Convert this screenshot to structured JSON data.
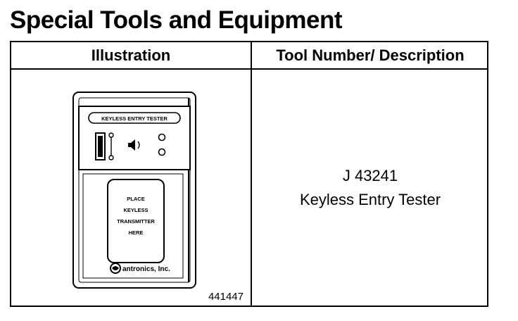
{
  "page": {
    "title": "Special Tools and Equipment"
  },
  "table": {
    "headers": {
      "illustration": "Illustration",
      "tool": "Tool Number/ Description"
    },
    "rows": [
      {
        "illustration": {
          "device_label": "KEYLESS ENTRY TESTER",
          "pad_text": [
            "PLACE",
            "KEYLESS",
            "TRANSMITTER",
            "HERE"
          ],
          "brand": "antronics, Inc.",
          "figure_number": "441447"
        },
        "tool_number": "J 43241",
        "description": "Keyless Entry Tester"
      }
    ]
  },
  "icons": [
    "speaker-icon",
    "led-indicator-icon",
    "battery-slot-icon",
    "brand-logo-icon"
  ]
}
